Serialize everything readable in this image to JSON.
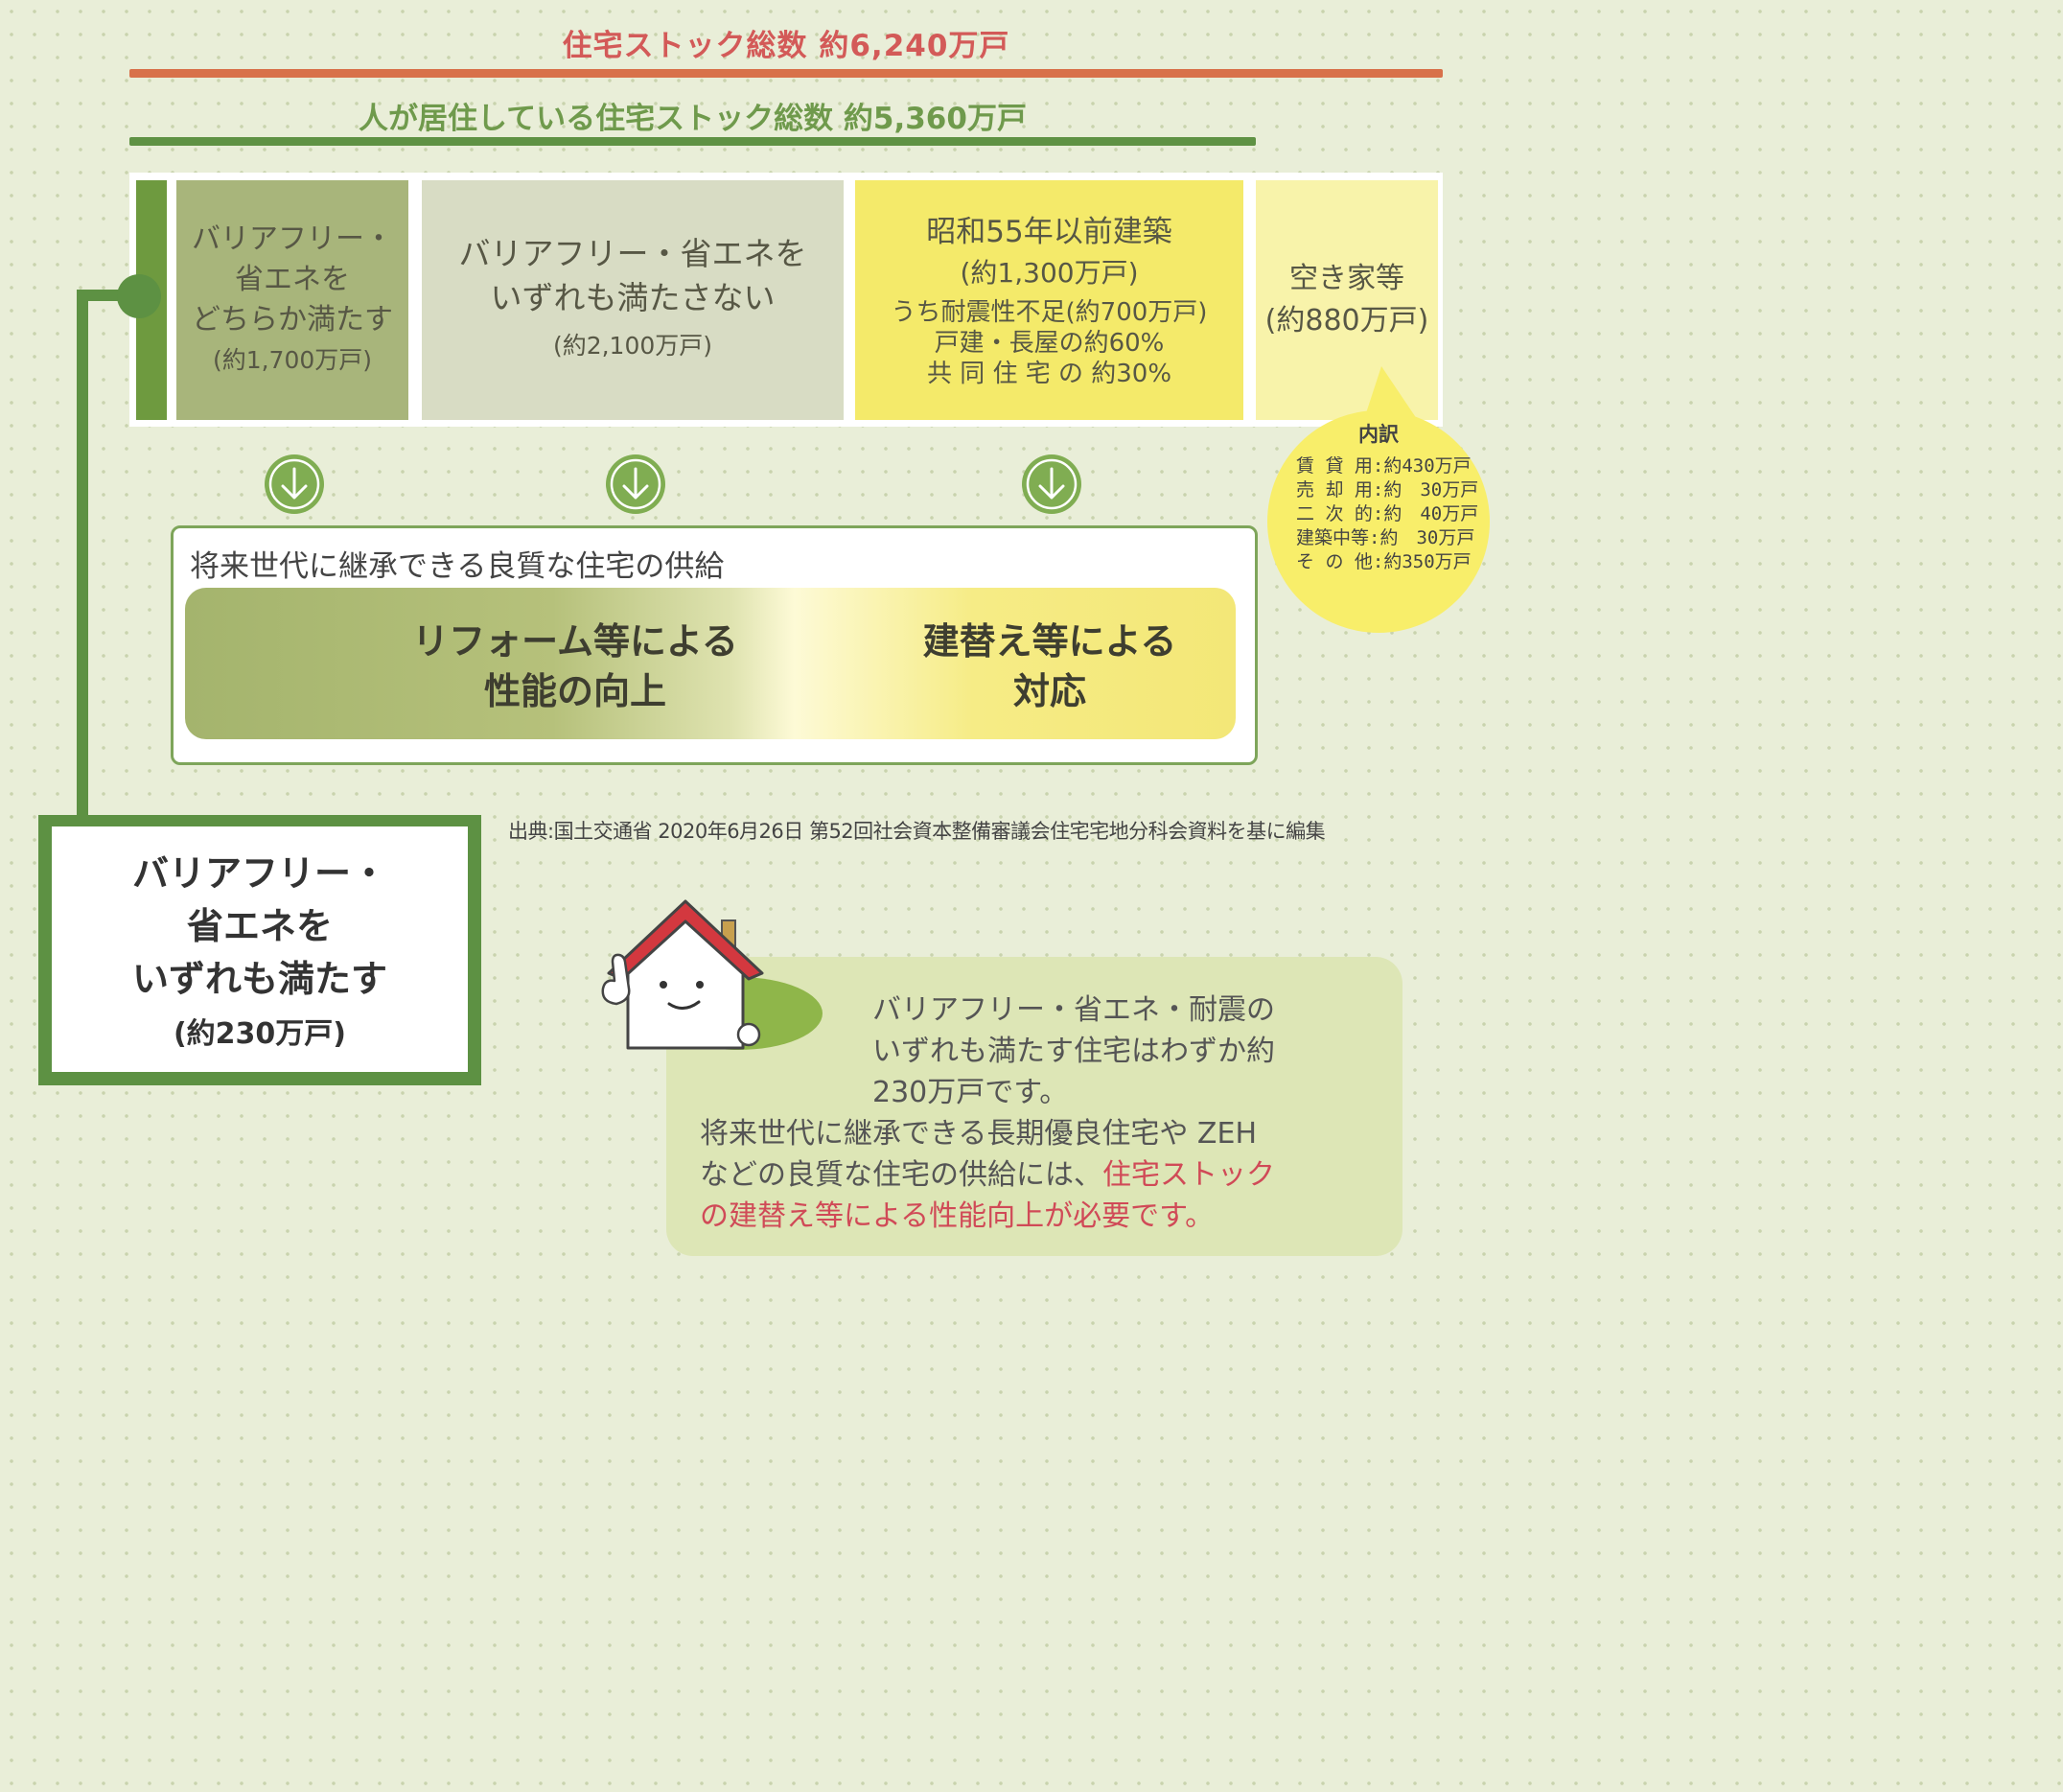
{
  "header": {
    "total_stock": "住宅ストック総数 約6,240万戸",
    "occupied_stock": "人が居住している住宅ストック総数 約5,360万戸"
  },
  "colors": {
    "total_bar": "#d8714a",
    "occupied_bar": "#5f9244",
    "accent_red": "#d04a57"
  },
  "blocks": {
    "one_met": {
      "l1": "バリアフリー・",
      "l2": "省エネを",
      "l3": "どちらか満たす",
      "count": "(約1,700万戸)"
    },
    "none_met": {
      "l1": "バリアフリー・省エネを",
      "l2": "いずれも満たさない",
      "count": "(約2,100万戸)"
    },
    "pre_1980": {
      "title": "昭和55年以前建築",
      "count": "(約1,300万戸)",
      "sub1": "うち耐震性不足(約700万戸)",
      "sub2": "戸建・長屋の約60%",
      "sub3": "共 同 住 宅 の 約30%"
    },
    "vacant": {
      "title": "空き家等",
      "count": "(約880万戸)"
    }
  },
  "breakdown": {
    "title": "内訳",
    "rows": [
      {
        "label": "賃 貸 用",
        "value": "約430万戸"
      },
      {
        "label": "売 却 用",
        "value": "約　30万戸"
      },
      {
        "label": "二 次 的",
        "value": "約　40万戸"
      },
      {
        "label": "建築中等",
        "value": "約　30万戸"
      },
      {
        "label": "そ の 他",
        "value": "約350万戸"
      }
    ]
  },
  "supply": {
    "title": "将来世代に継承できる良質な住宅の供給",
    "reform_l1": "リフォーム等による",
    "reform_l2": "性能の向上",
    "rebuild_l1": "建替え等による",
    "rebuild_l2": "対応"
  },
  "all_met": {
    "l1": "バリアフリー・",
    "l2": "省エネを",
    "l3": "いずれも満たす",
    "count": "(約230万戸)"
  },
  "source": "出典:国土交通省 2020年6月26日 第52回社会資本整備審議会住宅宅地分科会資料を基に編集",
  "note": {
    "line1": "バリアフリー・省エネ・耐震の",
    "line2": "いずれも満たす住宅はわずか約",
    "line3": "230万戸です。",
    "line4": "将来世代に継承できる長期優良住宅や ZEH",
    "line5_plain": "などの良質な住宅の供給には、",
    "line5_red": "住宅ストック",
    "line6_red": "の建替え等による性能向上が必要です。"
  }
}
